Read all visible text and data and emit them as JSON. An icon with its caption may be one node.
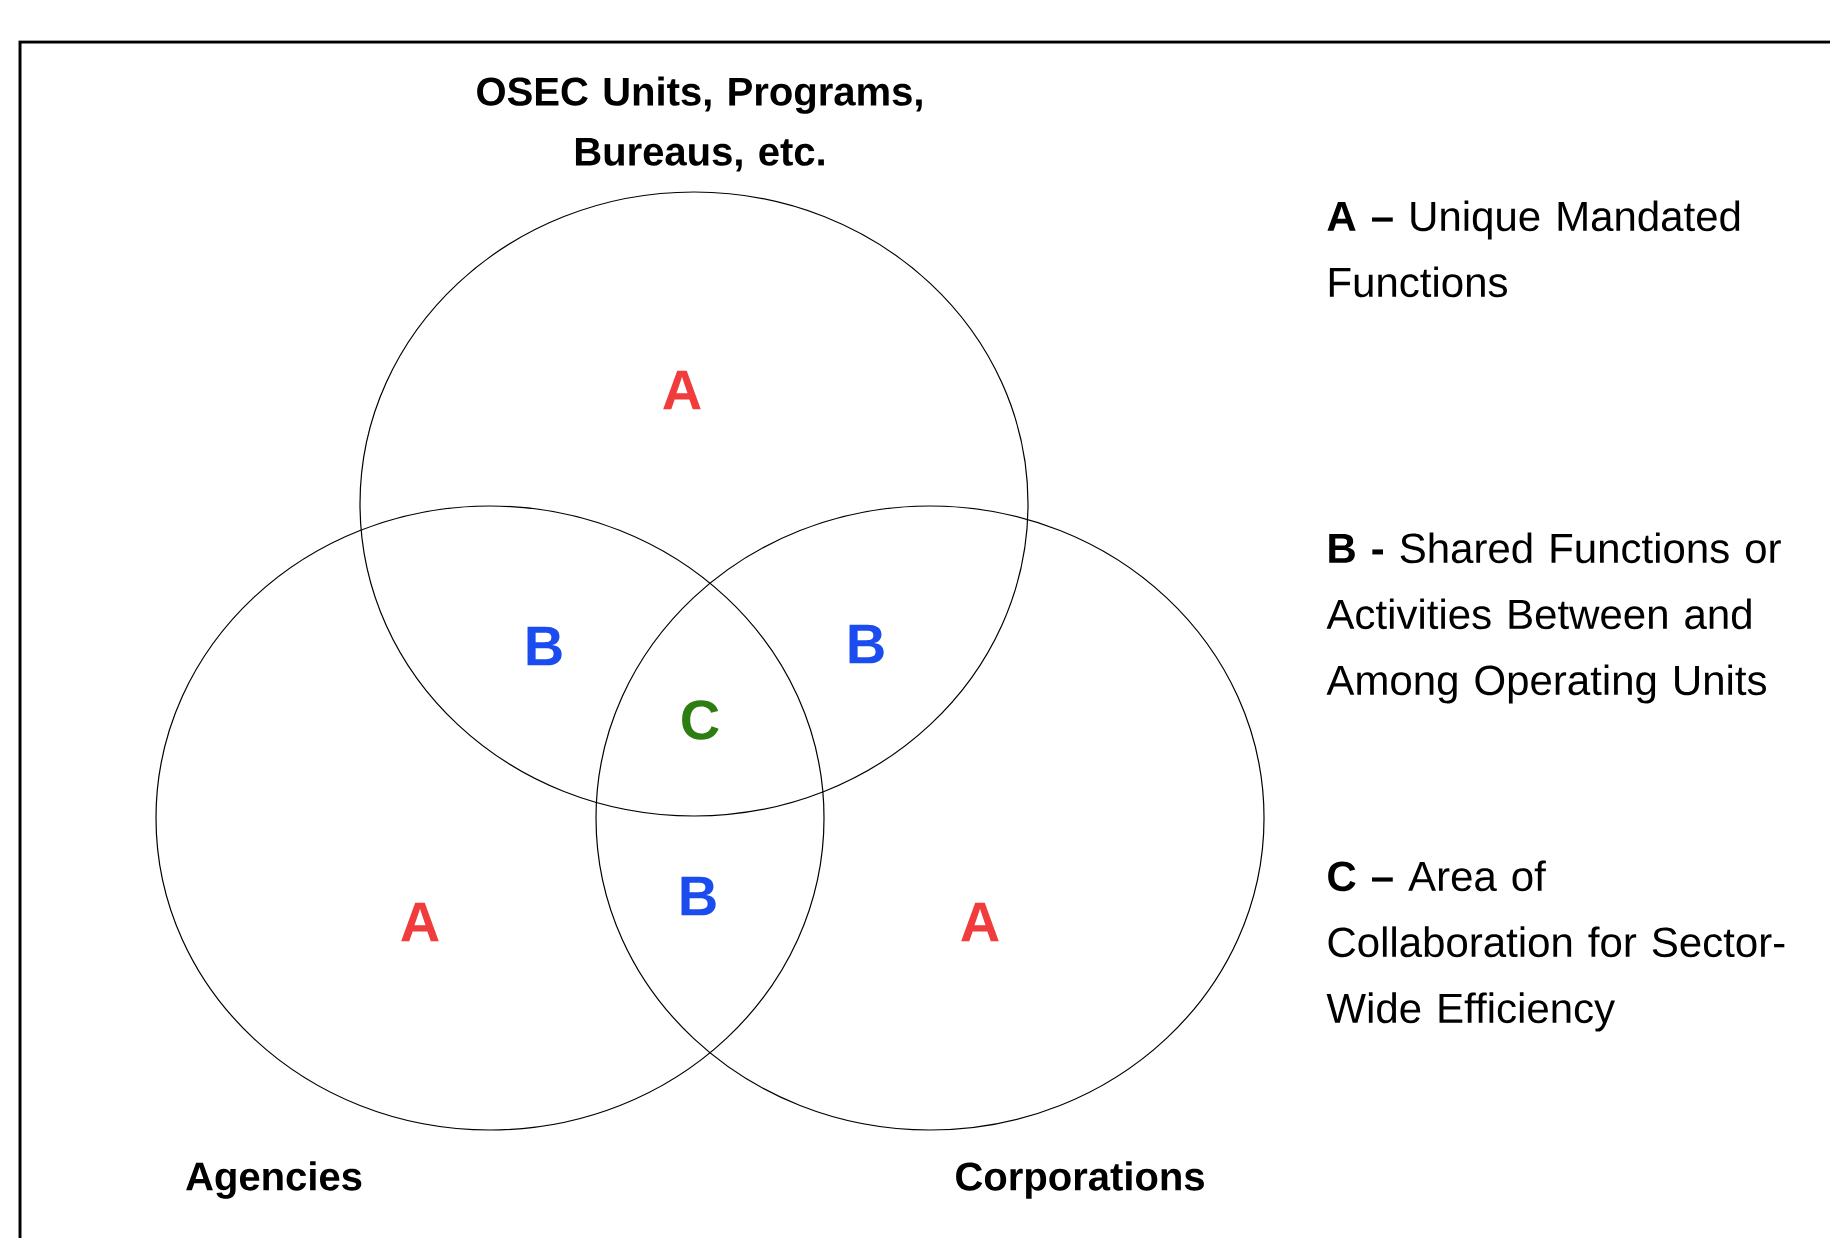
{
  "diagram": {
    "nodes": [
      {
        "text": [
          "OSEC Units, Programs, Bureaus, etc."
        ]
      },
      {
        "text": [
          "Agencies"
        ]
      },
      {
        "text": [
          "Corporations"
        ]
      }
    ],
    "labels": [
      "A",
      "B",
      "B",
      "C",
      "A",
      "B",
      "A",
      "**A –** Unique Mandated Functions",
      "**B -** Shared Functions or Activities Between and Among Operating Units",
      "**C –** Area of Collaboration for Sector-Wide Efficiency"
    ]
  }
}
